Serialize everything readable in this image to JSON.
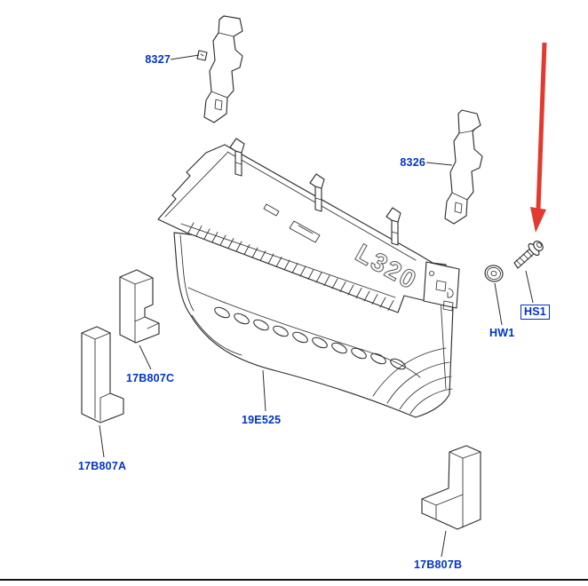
{
  "figure": {
    "colors": {
      "background": "#ffffff",
      "line": "#2f2f2f",
      "label": "#0033cc",
      "arrow": "#e23a2e"
    },
    "embossed_text": "L320"
  },
  "labels": {
    "bracket_upper_left": "8327",
    "bracket_upper_right": "8326",
    "foam_block_c": "17B807C",
    "foam_block_a": "17B807A",
    "air_deflector": "19E525",
    "foam_block_b": "17B807B",
    "hardware_washer": "HW1",
    "hardware_screw": "HS1"
  }
}
